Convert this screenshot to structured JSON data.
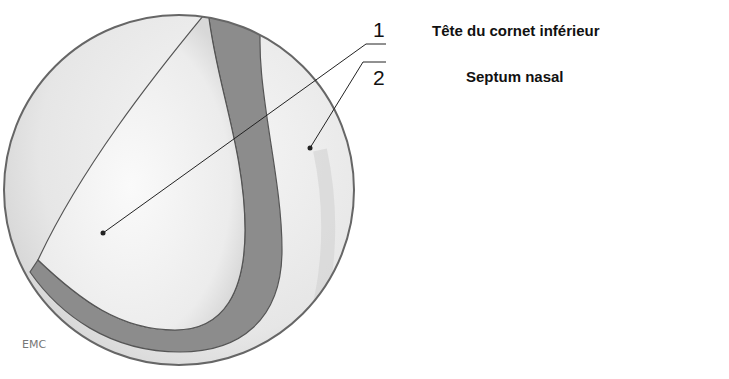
{
  "diagram": {
    "labels": [
      "1",
      "Tête du cornet inférieur",
      "2",
      "Septum nasal",
      "EMC"
    ]
  }
}
